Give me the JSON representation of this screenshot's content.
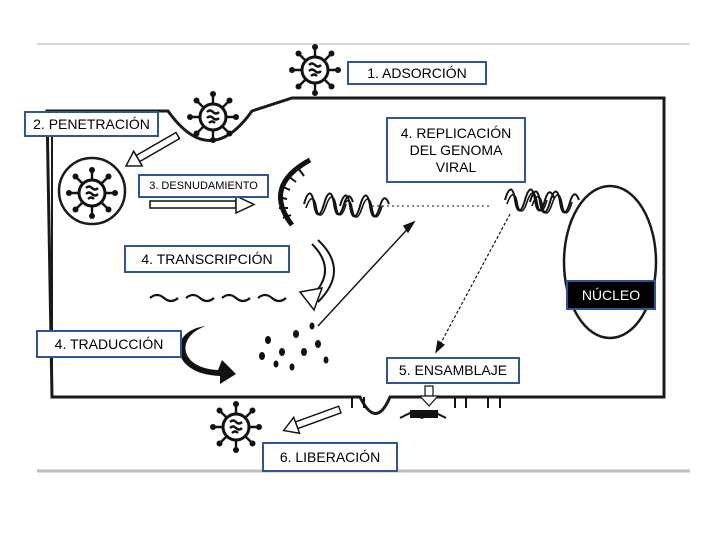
{
  "diagram": {
    "labels": {
      "adsorcion": "1. ADSORCIÓN",
      "penetracion": "2. PENETRACIÓN",
      "desnudamiento": "3. DESNUDAMIENTO",
      "replicacion": "4. REPLICACIÓN DEL GENOMA VIRAL",
      "transcripcion": "4. TRANSCRIPCIÓN",
      "nucleo": "NÚCLEO",
      "traduccion": "4. TRADUCCIÓN",
      "ensamblaje": "5. ENSAMBLAJE",
      "liberacion": "6. LIBERACIÓN"
    },
    "colors": {
      "label_border": "#2f5597",
      "nucleus_label_bg": "#000000",
      "line": "#000000"
    },
    "icons": [
      "virus-icon",
      "arrow-icon",
      "membrane-receptor-icon",
      "genome-coil-icon",
      "mrna-wave-icon",
      "ribosome-dot-icon",
      "curved-arrow-icon"
    ]
  }
}
